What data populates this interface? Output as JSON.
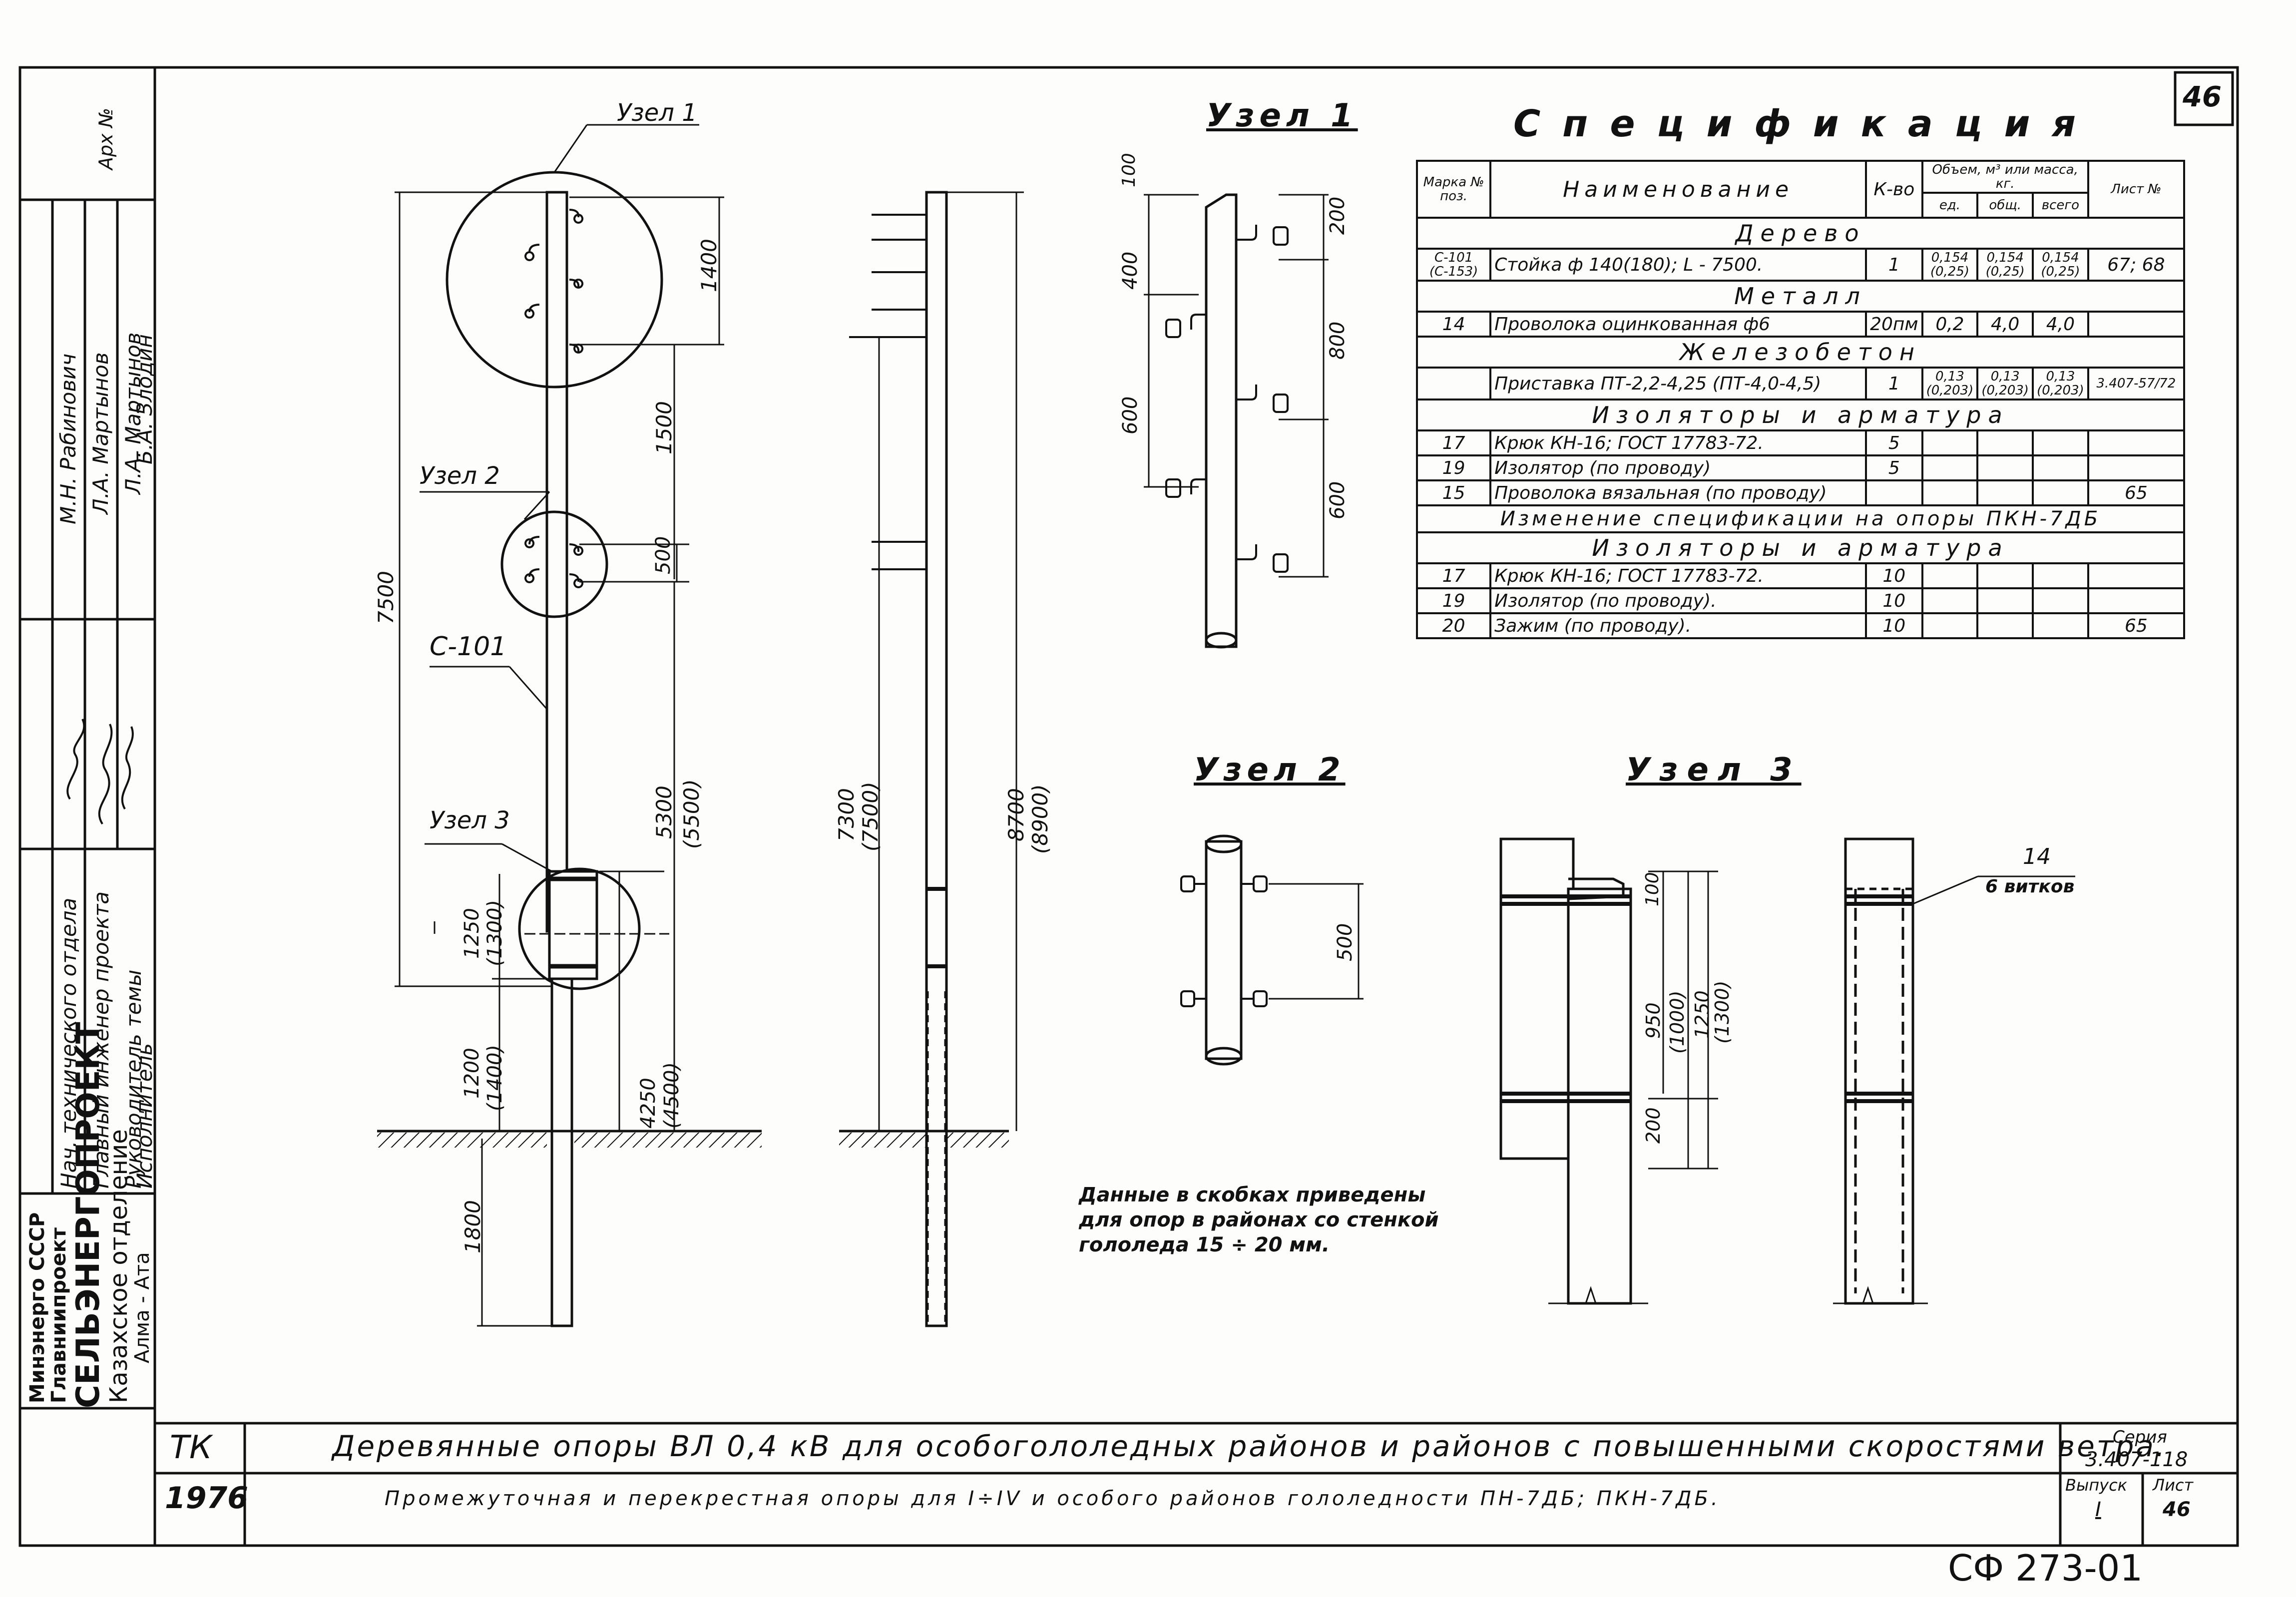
{
  "sheet": {
    "number": "46",
    "stamp_bottom": "СФ 273-01",
    "archive_label": "Арх №"
  },
  "left_stamp": {
    "org_lines": [
      "Минэнерго СССР",
      "Главниипроект",
      "СЕЛЬЭНЕРГОПРОЕКТ",
      "Казахское отделение",
      "Алма - Ата"
    ],
    "roles": [
      "Нач. технического отдела",
      "Главный инженер проекта",
      "Руководитель темы",
      "Исполнитель"
    ],
    "names": [
      "М.Н. Рабинович",
      "Л.А. Мартынов",
      "Л.А. Мартынов",
      "Б.А. Злодин"
    ]
  },
  "views": {
    "uzel1_callout": "Узел 1",
    "uzel2_callout": "Узел 2",
    "uzel3_callout": "Узел 3",
    "pole_label": "С-101",
    "dim_7500": "7500",
    "dim_1400": "1400",
    "dim_1500": "1500",
    "dim_500": "500",
    "dim_5300": "5300",
    "dim_5500": "(5500)",
    "dim_1250": "1250",
    "dim_1300": "(1300)",
    "dim_1200": "1200",
    "dim_1400p": "(1400)",
    "dim_4250": "4250",
    "dim_4500": "(4500)",
    "dim_1800": "1800",
    "dim_7300": "7300",
    "dim_7500p": "(7500)",
    "dim_8700": "8700",
    "dim_8900": "(8900)"
  },
  "details": {
    "uzel1_title": "Узел 1",
    "uzel1_dims": [
      "100",
      "400",
      "600",
      "200",
      "800",
      "600"
    ],
    "uzel2_title": "Узел 2",
    "uzel2_dim": "500",
    "uzel3_title": "Узел 3",
    "uzel3_dims": [
      "100",
      "950",
      "(1000)",
      "1250",
      "(1300)",
      "200"
    ],
    "uzel3_callout_num": "14",
    "uzel3_callout_text": "6 витков",
    "note_lines": [
      "Данные в скобках приведены",
      "для опор в районах со стенкой",
      "гололеда 15 ÷ 20 мм."
    ]
  },
  "spec": {
    "title": "Спецификация",
    "headers": {
      "mark": "Марка № поз.",
      "name": "Наименование",
      "qty": "К-во",
      "vol": "Объем, м³ или масса, кг.",
      "unit": "ед.",
      "total": "общ.",
      "all": "всего",
      "sheet": "Лист №"
    },
    "section_wood": "Дерево",
    "row_c101": {
      "mark": "С-101",
      "mark2": "(С-153)",
      "name": "Стойка ф 140(180); L - 7500.",
      "qty": "1",
      "u": "0,154",
      "u2": "(0,25)",
      "t": "0,154",
      "t2": "(0,25)",
      "a": "0,154",
      "a2": "(0,25)",
      "sheet": "67; 68"
    },
    "section_metal": "Металл",
    "row_14": {
      "mark": "14",
      "name": "Проволока оцинкованная ф6",
      "qty": "20пм",
      "u": "0,2",
      "t": "4,0",
      "a": "4,0",
      "sheet": ""
    },
    "section_rc": "Железобетон",
    "row_pt": {
      "mark": "",
      "name": "Приставка ПТ-2,2-4,25 (ПТ-4,0-4,5)",
      "qty": "1",
      "u": "0,13",
      "u2": "(0,203)",
      "t": "0,13",
      "t2": "(0,203)",
      "a": "0,13",
      "a2": "(0,203)",
      "sheet": "3.407-57/72"
    },
    "section_ins": "Изоляторы и арматура",
    "rows_ins": [
      {
        "mark": "17",
        "name": "Крюк КН-16; ГОСТ 17783-72.",
        "qty": "5",
        "sheet": ""
      },
      {
        "mark": "19",
        "name": "Изолятор (по проводу)",
        "qty": "5",
        "sheet": ""
      },
      {
        "mark": "15",
        "name": "Проволока вязальная (по проводу)",
        "qty": "",
        "sheet": "65"
      }
    ],
    "change_row": "Изменение спецификации на опоры ПКН-7ДБ",
    "section_ins2": "Изоляторы и арматура",
    "rows_ins2": [
      {
        "mark": "17",
        "name": "Крюк КН-16; ГОСТ 17783-72.",
        "qty": "10",
        "sheet": ""
      },
      {
        "mark": "19",
        "name": "Изолятор (по проводу).",
        "qty": "10",
        "sheet": ""
      },
      {
        "mark": "20",
        "name": "Зажим (по проводу).",
        "qty": "10",
        "sheet": "65"
      }
    ]
  },
  "title_block": {
    "code": "ТК",
    "year": "1976",
    "title": "Деревянные опоры ВЛ 0,4 кВ для особогололедных районов и районов с повышенными скоростями ветра.",
    "subtitle": "Промежуточная и перекрестная опоры для I÷IV и особого районов гололедности ПН-7ДБ; ПКН-7ДБ.",
    "series_label": "Серия",
    "series": "3.407-118",
    "issue_label": "Выпуск",
    "issue": "I",
    "sheet_label": "Лист",
    "sheet": "46"
  }
}
